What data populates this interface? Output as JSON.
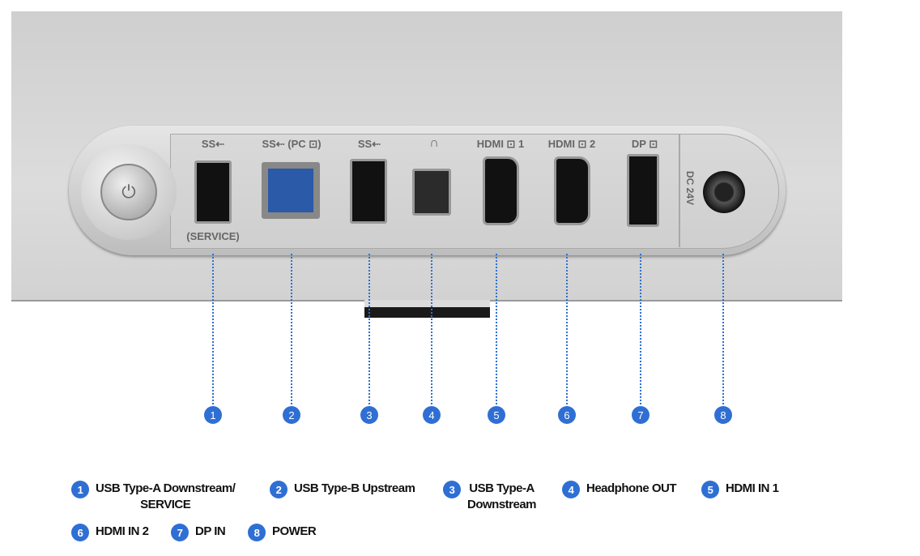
{
  "panel_labels": {
    "usb1": "SS⇠",
    "usb1_sub": "(SERVICE)",
    "usb2": "SS⇠ (PC ⊡)",
    "usb3": "SS⇠",
    "headphone": "∩",
    "hdmi1": "HDMI ⊡ 1",
    "hdmi2": "HDMI ⊡ 2",
    "dp": "DP ⊡",
    "dc": "DC 24V"
  },
  "callouts": [
    "1",
    "2",
    "3",
    "4",
    "5",
    "6",
    "7",
    "8"
  ],
  "legend": [
    {
      "num": "1",
      "label": "USB Type-A Downstream/\nSERVICE"
    },
    {
      "num": "2",
      "label": "USB Type-B Upstream"
    },
    {
      "num": "3",
      "label": "USB Type-A\nDownstream"
    },
    {
      "num": "4",
      "label": "Headphone OUT"
    },
    {
      "num": "5",
      "label": "HDMI IN 1"
    },
    {
      "num": "6",
      "label": "HDMI IN 2"
    },
    {
      "num": "7",
      "label": "DP IN"
    },
    {
      "num": "8",
      "label": "POWER"
    }
  ],
  "colors": {
    "accent": "#2f6fd4"
  }
}
